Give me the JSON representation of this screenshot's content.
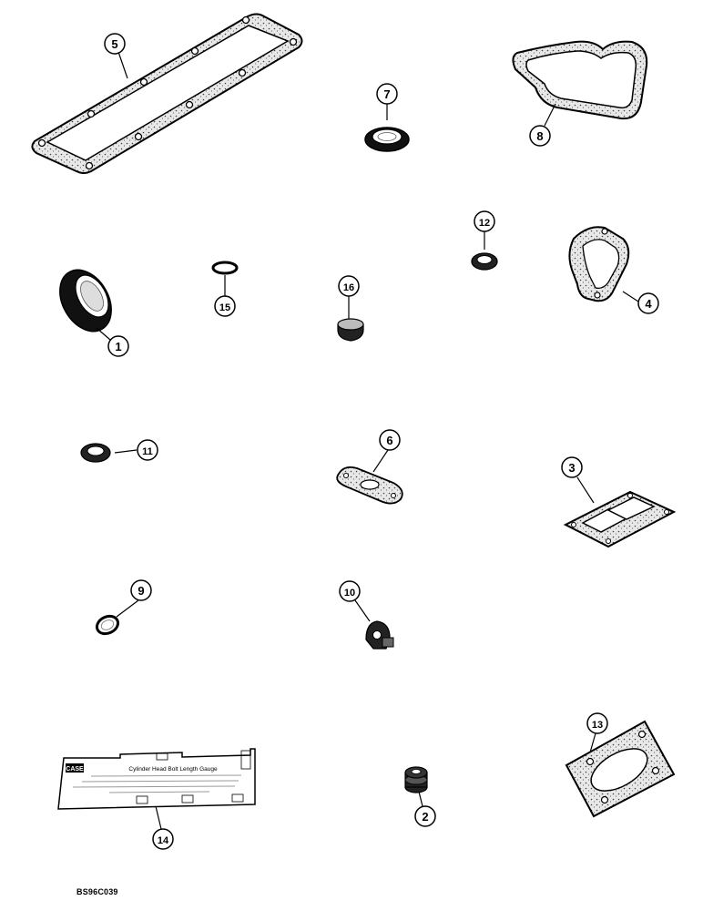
{
  "callouts": {
    "c1": "1",
    "c2": "2",
    "c3": "3",
    "c4": "4",
    "c5": "5",
    "c6": "6",
    "c7": "7",
    "c8": "8",
    "c9": "9",
    "c10": "10",
    "c11": "11",
    "c12": "12",
    "c13": "13",
    "c14": "14",
    "c15": "15",
    "c16": "16"
  },
  "gauge": {
    "title": "Cylinder Head Bolt Length Gauge",
    "logo": "CASE"
  },
  "reference_code": "BS96C039"
}
